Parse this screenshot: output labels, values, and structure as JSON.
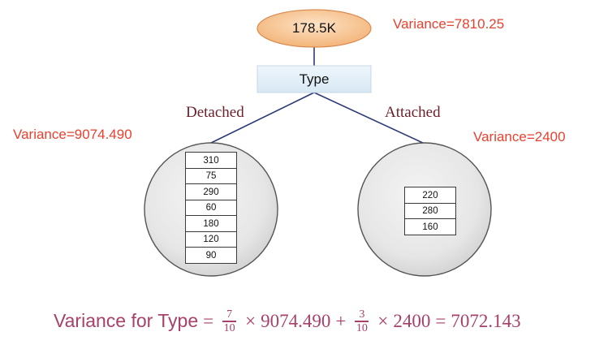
{
  "root": {
    "value": "178.5K",
    "variance": "Variance=7810.25"
  },
  "split": {
    "label": "Type"
  },
  "branches": {
    "left": {
      "label": "Detached",
      "variance": "Variance=9074.490",
      "values": [
        "310",
        "75",
        "290",
        "60",
        "180",
        "120",
        "90"
      ]
    },
    "right": {
      "label": "Attached",
      "variance": "Variance=2400",
      "values": [
        "220",
        "280",
        "160"
      ]
    }
  },
  "formula": {
    "lhs": "Variance for Type",
    "eq1": "=",
    "frac1": {
      "num": "7",
      "den": "10"
    },
    "times1": "×",
    "v1": "9074.490",
    "plus": "+",
    "frac2": {
      "num": "3",
      "den": "10"
    },
    "times2": "×",
    "v2": "2400",
    "eq2": "=",
    "result": "7072.143"
  },
  "colors": {
    "variance_label": "#e8412f",
    "branch_label": "#6b1f2a",
    "formula": "#a8416a",
    "edge": "#2e3a78",
    "root_fill": "#f5c08a"
  }
}
